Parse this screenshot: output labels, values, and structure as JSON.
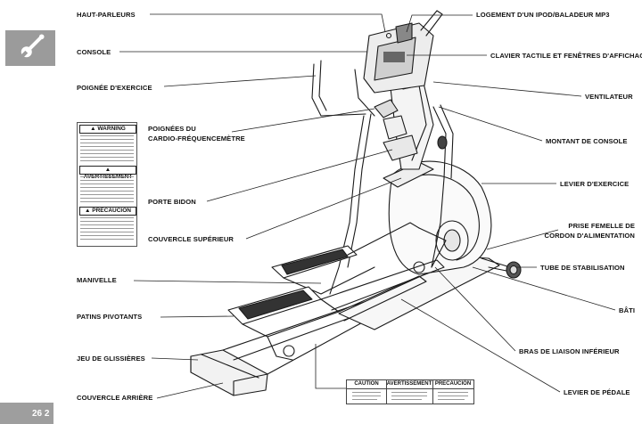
{
  "labels": {
    "haut_parleurs": "HAUT-PARLEURS",
    "console": "CONSOLE",
    "poignee_exercice": "POIGNÉE D'EXERCICE",
    "poignees_cardio_1": "POIGNÉES DU",
    "poignees_cardio_2": "CARDIO-FRÉQUENCEMÈTRE",
    "porte_bidon": "PORTE BIDON",
    "couvercle_superieur": "COUVERCLE SUPÉRIEUR",
    "manivelle": "MANIVELLE",
    "patins_pivotants": "PATINS PIVOTANTS",
    "jeu_glissieres": "JEU DE GLISSIÈRES",
    "couvercle_arriere": "COUVERCLE ARRIÈRE",
    "logement_ipod": "LOGEMENT D'UN IPOD/BALADEUR MP3",
    "clavier_tactile": "CLAVIER TACTILE ET FENÊTRES D'AFFICHAGE",
    "ventilateur": "VENTILATEUR",
    "montant_console": "MONTANT DE CONSOLE",
    "levier_exercice": "LEVIER D'EXERCICE",
    "prise_femelle_1": "PRISE FEMELLE DE",
    "prise_femelle_2": "CORDON D'ALIMENTATION",
    "tube_stabilisation": "TUBE DE STABILISATION",
    "bati": "BÂTI",
    "bras_liaison": "BRAS DE LIAISON INFÉRIEUR",
    "levier_pedale": "LEVIER DE PÉDALE"
  },
  "warning_box": {
    "warning": "WARNING",
    "avertissement": "AVERTISSEMENT",
    "precaucion": "PRECAUCION"
  },
  "caution_table": {
    "caution": "CAUTION",
    "avertissement": "AVERTISSEMENT",
    "precaucion": "PRECAUCIÓN"
  },
  "page": {
    "number": "26 2"
  },
  "icons": {
    "tab": "wrench-icon"
  }
}
